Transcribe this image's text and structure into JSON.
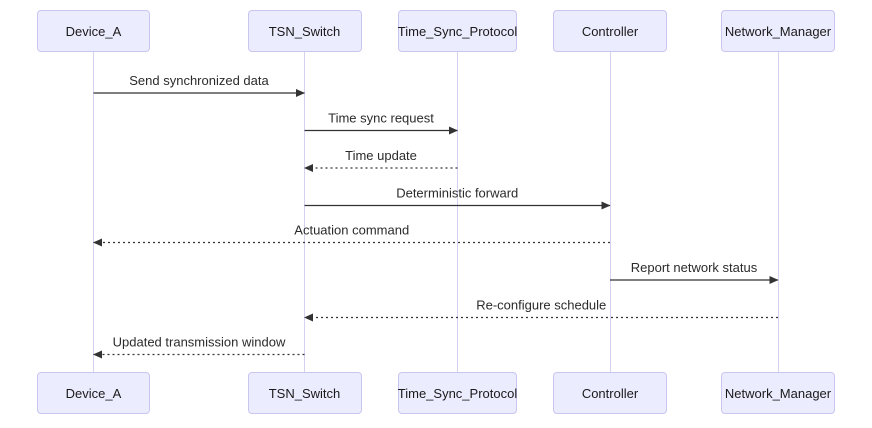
{
  "diagram": {
    "type": "sequence",
    "actors": [
      {
        "id": "device_a",
        "label": "Device_A"
      },
      {
        "id": "tsn_switch",
        "label": "TSN_Switch"
      },
      {
        "id": "time_sync_protocol",
        "label": "Time_Sync_Protocol"
      },
      {
        "id": "controller",
        "label": "Controller"
      },
      {
        "id": "network_manager",
        "label": "Network_Manager"
      }
    ],
    "messages": [
      {
        "from": "device_a",
        "to": "tsn_switch",
        "label": "Send synchronized data",
        "line": "solid"
      },
      {
        "from": "tsn_switch",
        "to": "time_sync_protocol",
        "label": "Time sync request",
        "line": "solid"
      },
      {
        "from": "time_sync_protocol",
        "to": "tsn_switch",
        "label": "Time update",
        "line": "dashed"
      },
      {
        "from": "tsn_switch",
        "to": "controller",
        "label": "Deterministic forward",
        "line": "solid"
      },
      {
        "from": "controller",
        "to": "device_a",
        "label": "Actuation command",
        "line": "dashed"
      },
      {
        "from": "controller",
        "to": "network_manager",
        "label": "Report network status",
        "line": "solid"
      },
      {
        "from": "network_manager",
        "to": "tsn_switch",
        "label": "Re-configure schedule",
        "line": "dashed"
      },
      {
        "from": "tsn_switch",
        "to": "device_a",
        "label": "Updated transmission window",
        "line": "dashed"
      }
    ]
  },
  "colors": {
    "background": "#FFFFFF",
    "actor_fill": "#ECECFF",
    "actor_border": "#C8C5EF",
    "actor_text": "#1A1A1A",
    "lifeline": "#D8D0F0",
    "arrow": "#333333",
    "message_text": "#2B2B2B"
  }
}
